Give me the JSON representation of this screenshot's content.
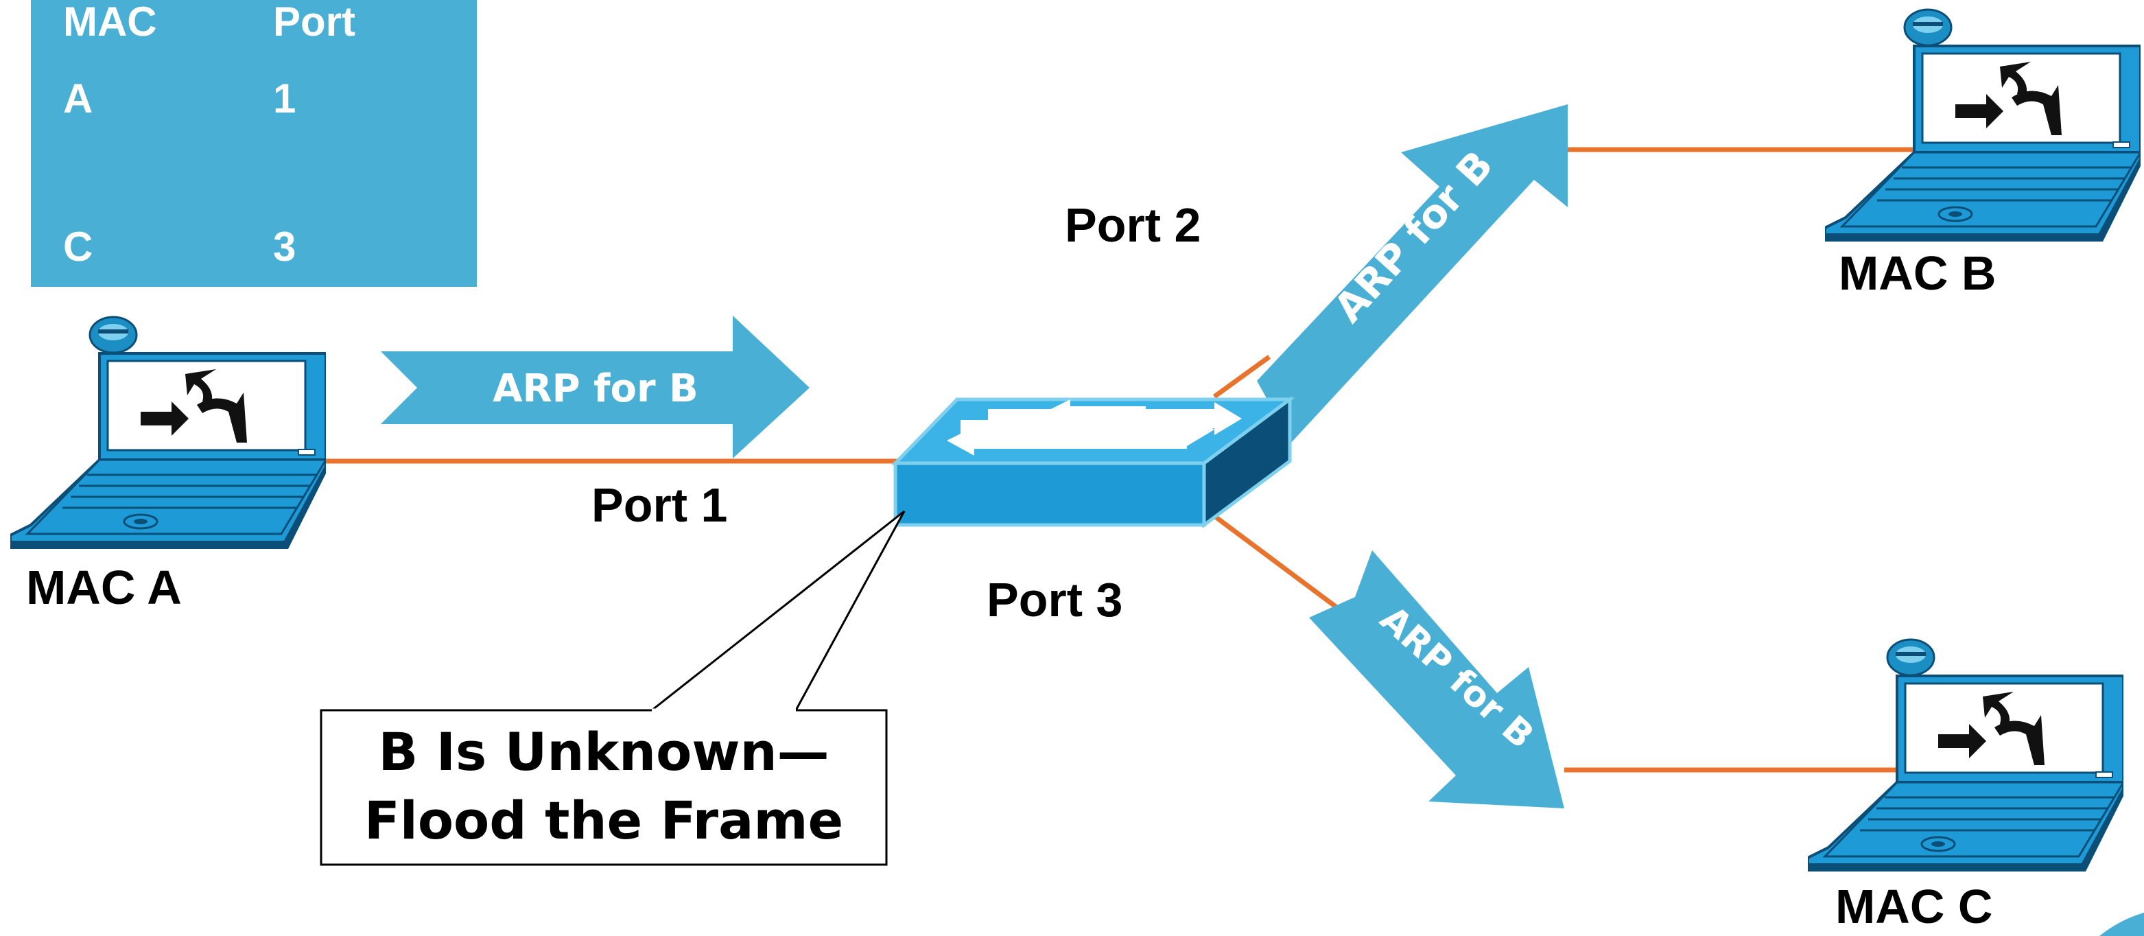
{
  "mac_table": {
    "headers": [
      "MAC",
      "Port"
    ],
    "rows": [
      [
        "A",
        "1"
      ],
      [
        "",
        ""
      ],
      [
        "C",
        "3"
      ]
    ]
  },
  "hosts": {
    "a": {
      "label": "MAC A"
    },
    "b": {
      "label": "MAC B"
    },
    "c": {
      "label": "MAC C"
    }
  },
  "ports": {
    "p1": "Port 1",
    "p2": "Port 2",
    "p3": "Port 3"
  },
  "arrows": {
    "to_switch": "ARP for B",
    "to_b": "ARP for B",
    "to_c": "ARP for B"
  },
  "callout": {
    "line1": "B Is Unknown—",
    "line2": "Flood the Frame"
  },
  "colors": {
    "accent_blue": "#4AAFD5",
    "device_blue": "#1E9BD7",
    "device_dark": "#0B4F78",
    "link_orange": "#E8732C"
  }
}
